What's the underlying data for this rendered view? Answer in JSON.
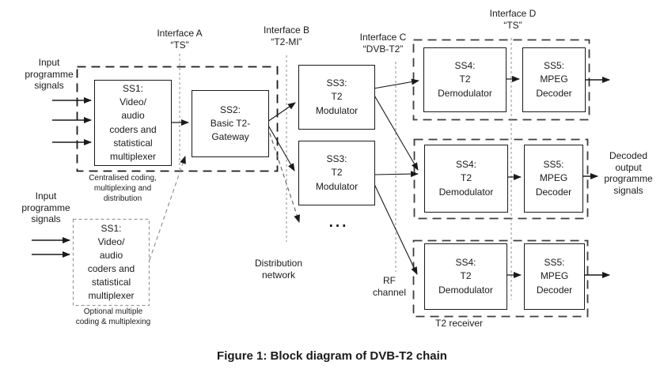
{
  "diagram": {
    "caption": "Figure 1: Block diagram of DVB-T2 chain",
    "interfaces": {
      "a": {
        "name": "Interface A",
        "standard": "“TS”"
      },
      "b": {
        "name": "Interface B",
        "standard": "“T2-MI”"
      },
      "c": {
        "name": "Interface C",
        "standard": "“DVB-T2”"
      },
      "d": {
        "name": "Interface D",
        "standard": "“TS”"
      }
    },
    "blocks": {
      "ss1_main": "SS1:\nVideo/\naudio\ncoders and\nstatistical\nmultiplexer",
      "ss1_optional": "SS1:\nVideo/\naudio\ncoders and\nstatistical\nmultiplexer",
      "ss2": "SS2:\nBasic T2-\nGateway",
      "ss3_top": "SS3:\nT2\nModulator",
      "ss3_bottom": "SS3:\nT2\nModulator",
      "receivers": [
        {
          "ss4": "SS4:\nT2\nDemodulator",
          "ss5": "SS5:\nMPEG\nDecoder"
        },
        {
          "ss4": "SS4:\nT2\nDemodulator",
          "ss5": "SS5:\nMPEG\nDecoder"
        },
        {
          "ss4": "SS4:\nT2\nDemodulator",
          "ss5": "SS5:\nMPEG\nDecoder"
        }
      ]
    },
    "labels": {
      "input_top": "Input\nprogramme\nsignals",
      "input_bottom": "Input\nprogramme\nsignals",
      "centralised_group": "Centralised coding,\nmultiplexing and\ndistribution",
      "optional_group": "Optional multiple\ncoding & multiplexing",
      "distribution_network": "Distribution\nnetwork",
      "rf_channel": "RF\nchannel",
      "t2_receiver_group": "T2 receiver",
      "decoded_output": "Decoded\noutput\nprogramme\nsignals",
      "more_modulators": "..."
    },
    "colors": {
      "line": "#1a1a1a",
      "muted_line": "#8f8f8f",
      "group_dash": "#3d3d3d"
    }
  }
}
